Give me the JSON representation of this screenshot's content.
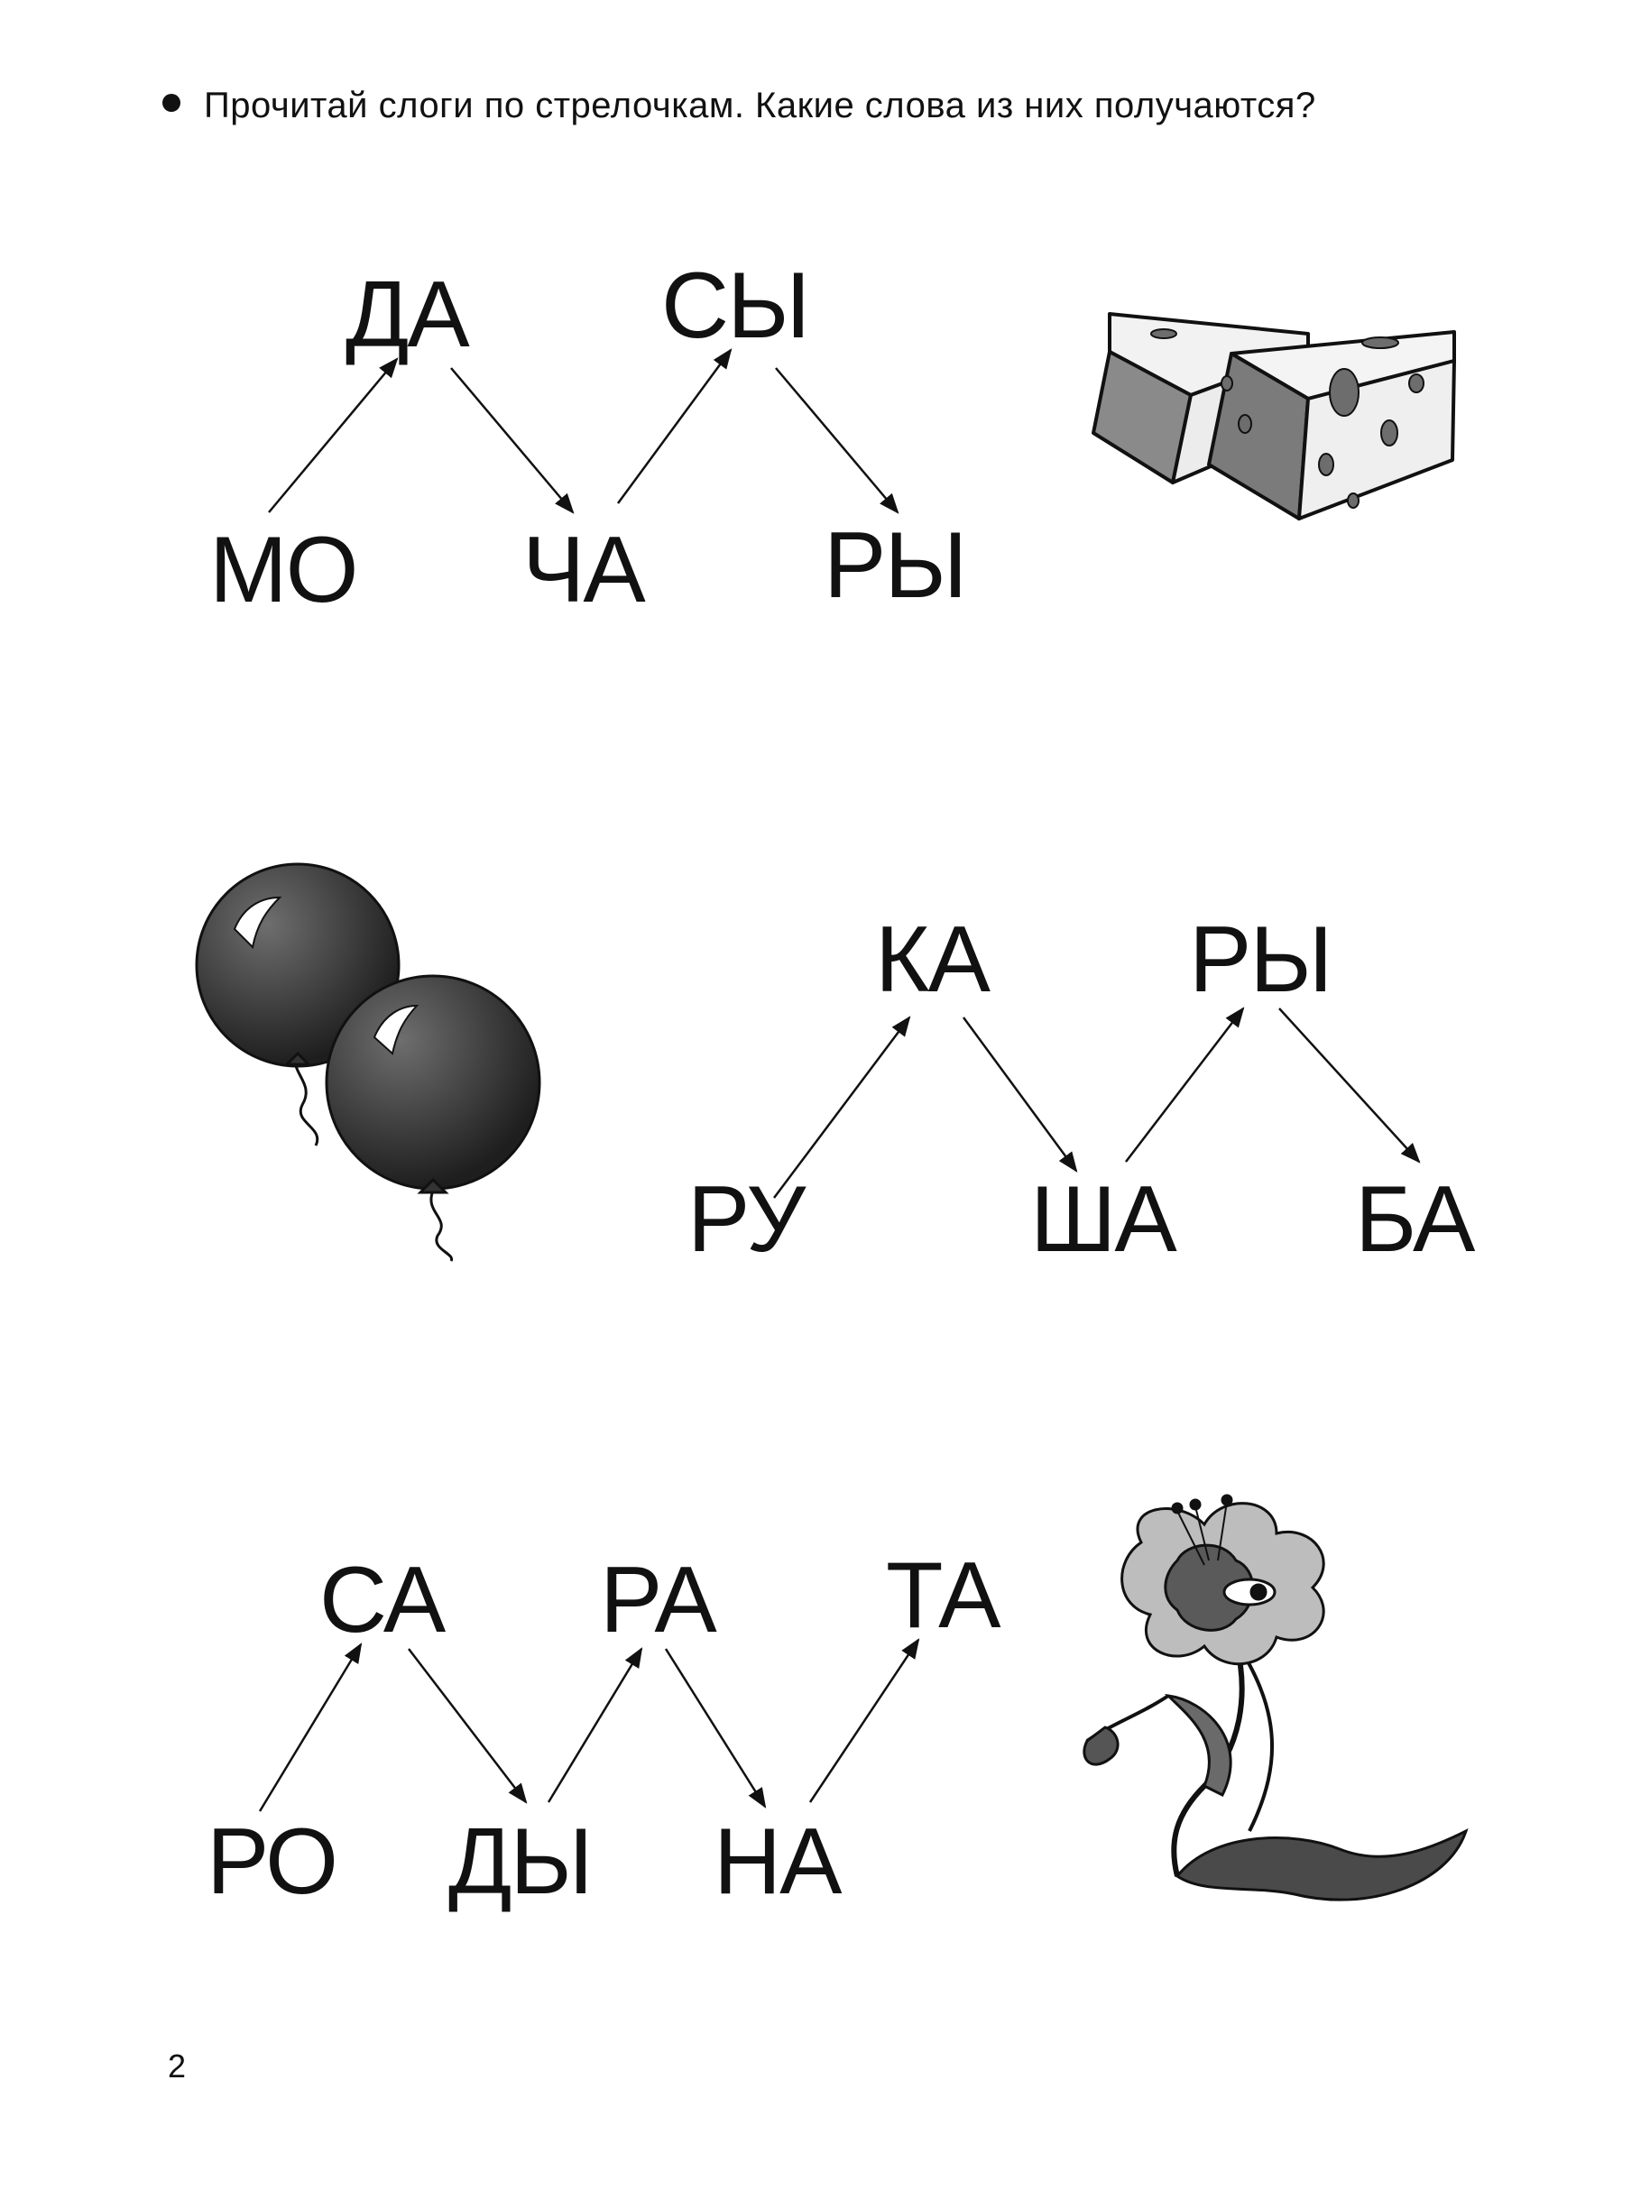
{
  "instruction": "Прочитай слоги по стрелочкам. Какие слова из них получаются?",
  "rows": [
    {
      "top_syllables": [
        "ДА",
        "СЫ"
      ],
      "bottom_syllables": [
        "МО",
        "ЧА",
        "РЫ"
      ],
      "picture": "cheese-illustration"
    },
    {
      "top_syllables": [
        "КА",
        "РЫ"
      ],
      "bottom_syllables": [
        "РУ",
        "ША",
        "БА"
      ],
      "picture": "balloons-illustration"
    },
    {
      "top_syllables": [
        "СА",
        "РА",
        "ТА"
      ],
      "bottom_syllables": [
        "РО",
        "ДЫ",
        "НА"
      ],
      "picture": "flower-illustration"
    }
  ],
  "page_number": "2",
  "colors": {
    "text": "#111111",
    "background": "#ffffff",
    "balloon": "#3a3a3a",
    "cheese": "#e9e9e9"
  }
}
